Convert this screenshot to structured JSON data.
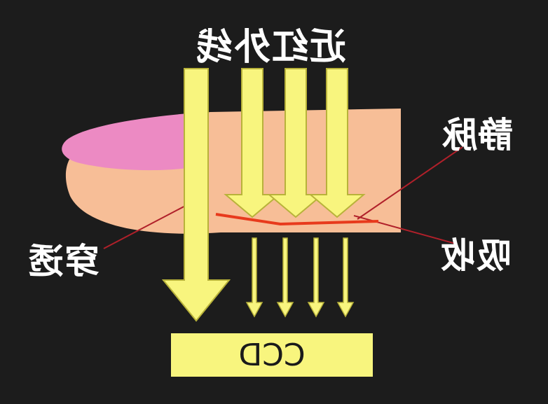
{
  "labels": {
    "title": "近红外线",
    "vein": "静脉",
    "absorption": "吸收",
    "transmission": "穿透",
    "sensor": "CCD"
  },
  "colors": {
    "background": "#1c1c1c",
    "finger_skin": "#f7be97",
    "fingernail": "#ec8ac3",
    "light_rays": "#f8f57e",
    "ray_outline": "#b8b23a",
    "vein": "#e83a1c",
    "leader_lines": "#b0202a",
    "sensor_box": "#f8f57e",
    "label_text": "#ffffff"
  }
}
